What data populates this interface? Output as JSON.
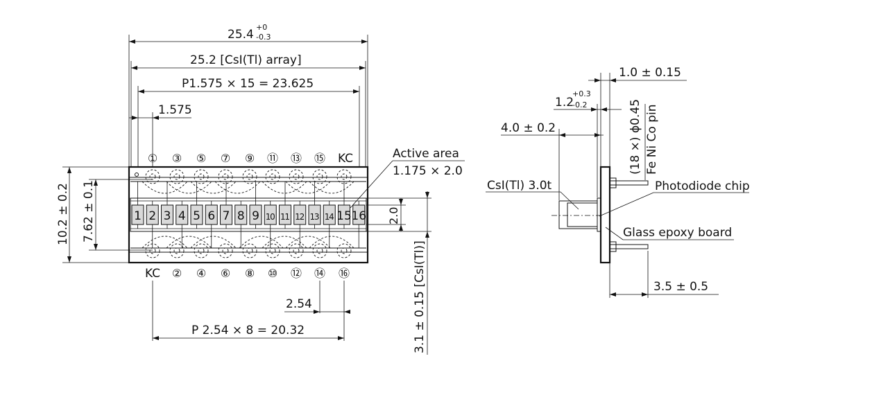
{
  "front_view": {
    "dims": {
      "overall_width": "25.4",
      "overall_tol_upper": "+0",
      "overall_tol_lower": "-0.3",
      "array_width": "25.2 [CsI(Tl) array]",
      "pitch_total": "P1.575 × 15 = 23.625",
      "pitch": "1.575",
      "active_area_label": "Active area",
      "active_area_size": "1.175 × 2.0",
      "height_overall": "10.2 ± 0.2",
      "height_pins": "7.62 ± 0.1",
      "cell_height": "2.0",
      "csi_height": "3.1 ± 0.15 [CsI(Tl)]",
      "pin_pitch": "2.54",
      "pin_pitch_total": "P 2.54 × 8 = 20.32"
    },
    "element_numbers": [
      "1",
      "2",
      "3",
      "4",
      "5",
      "6",
      "7",
      "8",
      "9",
      "10",
      "11",
      "12",
      "13",
      "14",
      "15",
      "16"
    ],
    "top_pins": [
      "①",
      "③",
      "⑤",
      "⑦",
      "⑨",
      "⑪",
      "⑬",
      "⑮",
      "KC"
    ],
    "bottom_pins": [
      "KC",
      "②",
      "④",
      "⑥",
      "⑧",
      "⑩",
      "⑫",
      "⑭",
      "⑯"
    ]
  },
  "side_view": {
    "dims": {
      "board_thickness": "1.0 ± 0.15",
      "gap_base": "1.2",
      "gap_tol_upper": "+0.3",
      "gap_tol_lower": "-0.2",
      "pin_spec_1": "(18 ×) ϕ0.45",
      "pin_spec_2": "Fe Ni Co pin",
      "depth": "4.0 ± 0.2",
      "crystal": "CsI(Tl) 3.0t",
      "chip": "Photodiode chip",
      "board": "Glass epoxy board",
      "pin_length": "3.5 ± 0.5"
    }
  }
}
